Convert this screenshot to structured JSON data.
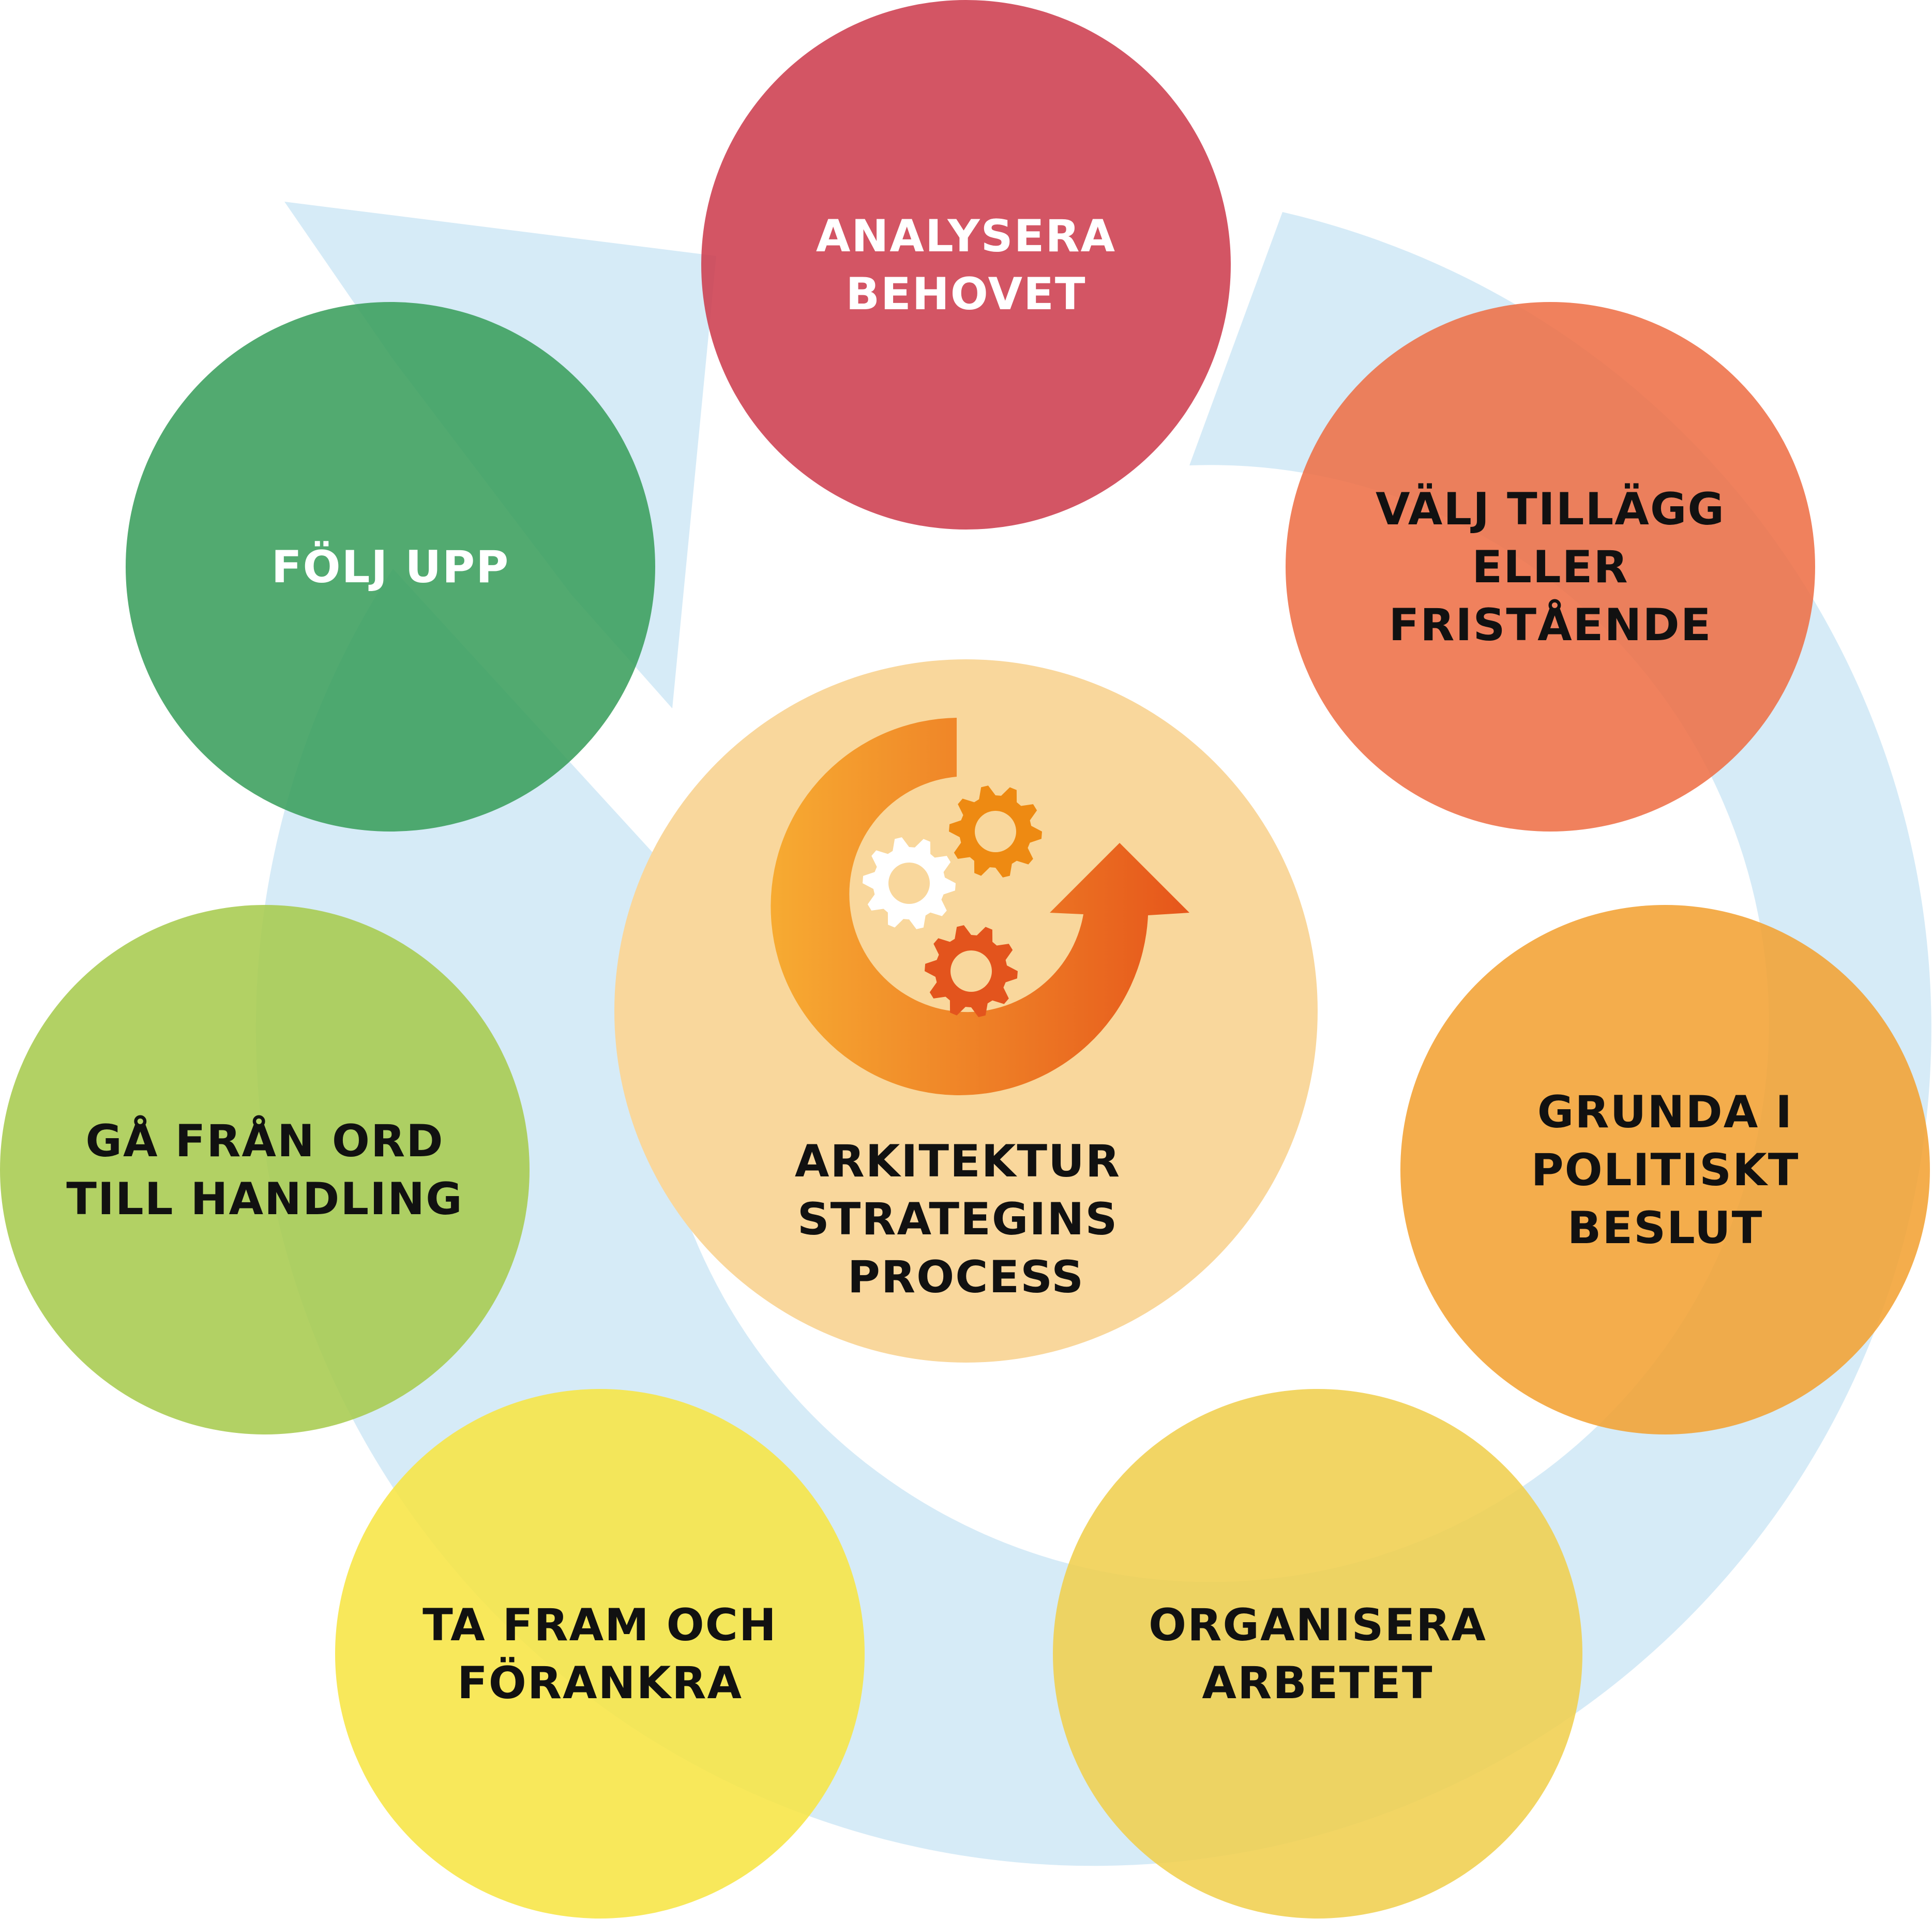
{
  "center": {
    "lines": [
      "ARKITEKTUR",
      "STRATEGINS",
      "PROCESS"
    ],
    "fill": "#f9d79c",
    "icon": "cycle-arrow-gears-icon",
    "arrow_gradient": [
      "#f7ab32",
      "#e6561b"
    ],
    "gear_colors": [
      "#ffffff",
      "#ee8a12",
      "#e3541d"
    ]
  },
  "steps": [
    {
      "id": "analysera-behovet",
      "lines": [
        "ANALYSERA",
        "BEHOVET"
      ],
      "fill": "#cd3d4f",
      "text_color": "#ffffff"
    },
    {
      "id": "valj-tillagg",
      "lines": [
        "VÄLJ TILLÄGG",
        "ELLER",
        "FRISTÅENDE"
      ],
      "fill": "#ee7047",
      "text_color": "#111111"
    },
    {
      "id": "grunda-i-politiskt-beslut",
      "lines": [
        "GRUNDA I",
        "POLITISKT",
        "BESLUT"
      ],
      "fill": "#f3a233",
      "text_color": "#111111"
    },
    {
      "id": "organisera-arbetet",
      "lines": [
        "ORGANISERA",
        "ARBETET"
      ],
      "fill": "#f0cf4f",
      "text_color": "#111111"
    },
    {
      "id": "ta-fram-och-forankra",
      "lines": [
        "TA FRAM OCH",
        "FÖRANKRA"
      ],
      "fill": "#f7e544",
      "text_color": "#111111"
    },
    {
      "id": "ga-fran-ord-till-handling",
      "lines": [
        "GÅ FRÅN ORD",
        "TILL HANDLING"
      ],
      "fill": "#a7cb4f",
      "text_color": "#111111"
    },
    {
      "id": "folj-upp",
      "lines": [
        "FÖLJ UPP"
      ],
      "fill": "#3a9e5c",
      "text_color": "#ffffff"
    }
  ],
  "cycle_arrow": {
    "fill": "#cfe8f6"
  }
}
